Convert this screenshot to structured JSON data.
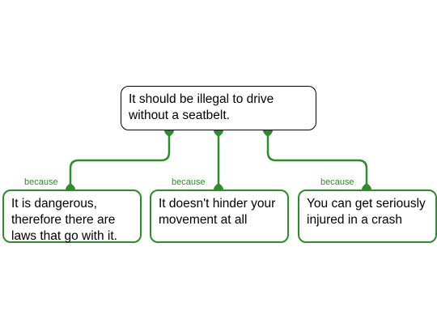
{
  "claim": {
    "text": "It should be illegal to drive without a seatbelt."
  },
  "reasons": [
    {
      "label": "because",
      "text": "It is dangerous, therefore there are laws that go with it."
    },
    {
      "label": "because",
      "text": "It doesn't hinder your movement at all"
    },
    {
      "label": "because",
      "text": "You can get seriously injured in a crash"
    }
  ],
  "colors": {
    "support": "#2e8b2e",
    "claim_border": "#000000"
  }
}
